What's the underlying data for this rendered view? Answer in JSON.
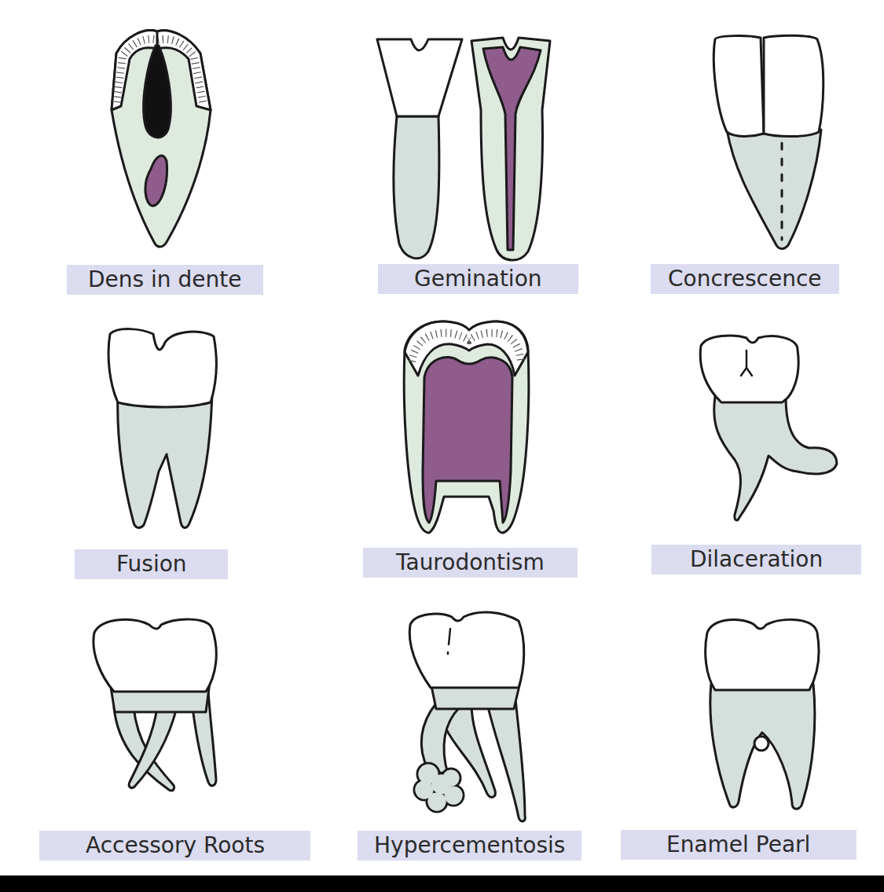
{
  "diagram": {
    "nodes": [
      {
        "text": [
          "Dens in dente"
        ]
      },
      {
        "text": [
          "Gemination"
        ]
      },
      {
        "text": [
          "Concrescence"
        ]
      },
      {
        "text": [
          "Fusion"
        ]
      },
      {
        "text": [
          "Taurodontism"
        ]
      },
      {
        "text": [
          "Dilaceration"
        ]
      },
      {
        "text": [
          "Accessory Roots"
        ]
      },
      {
        "text": [
          "Hypercementosis"
        ]
      },
      {
        "text": [
          "Enamel Pearl"
        ]
      }
    ]
  }
}
